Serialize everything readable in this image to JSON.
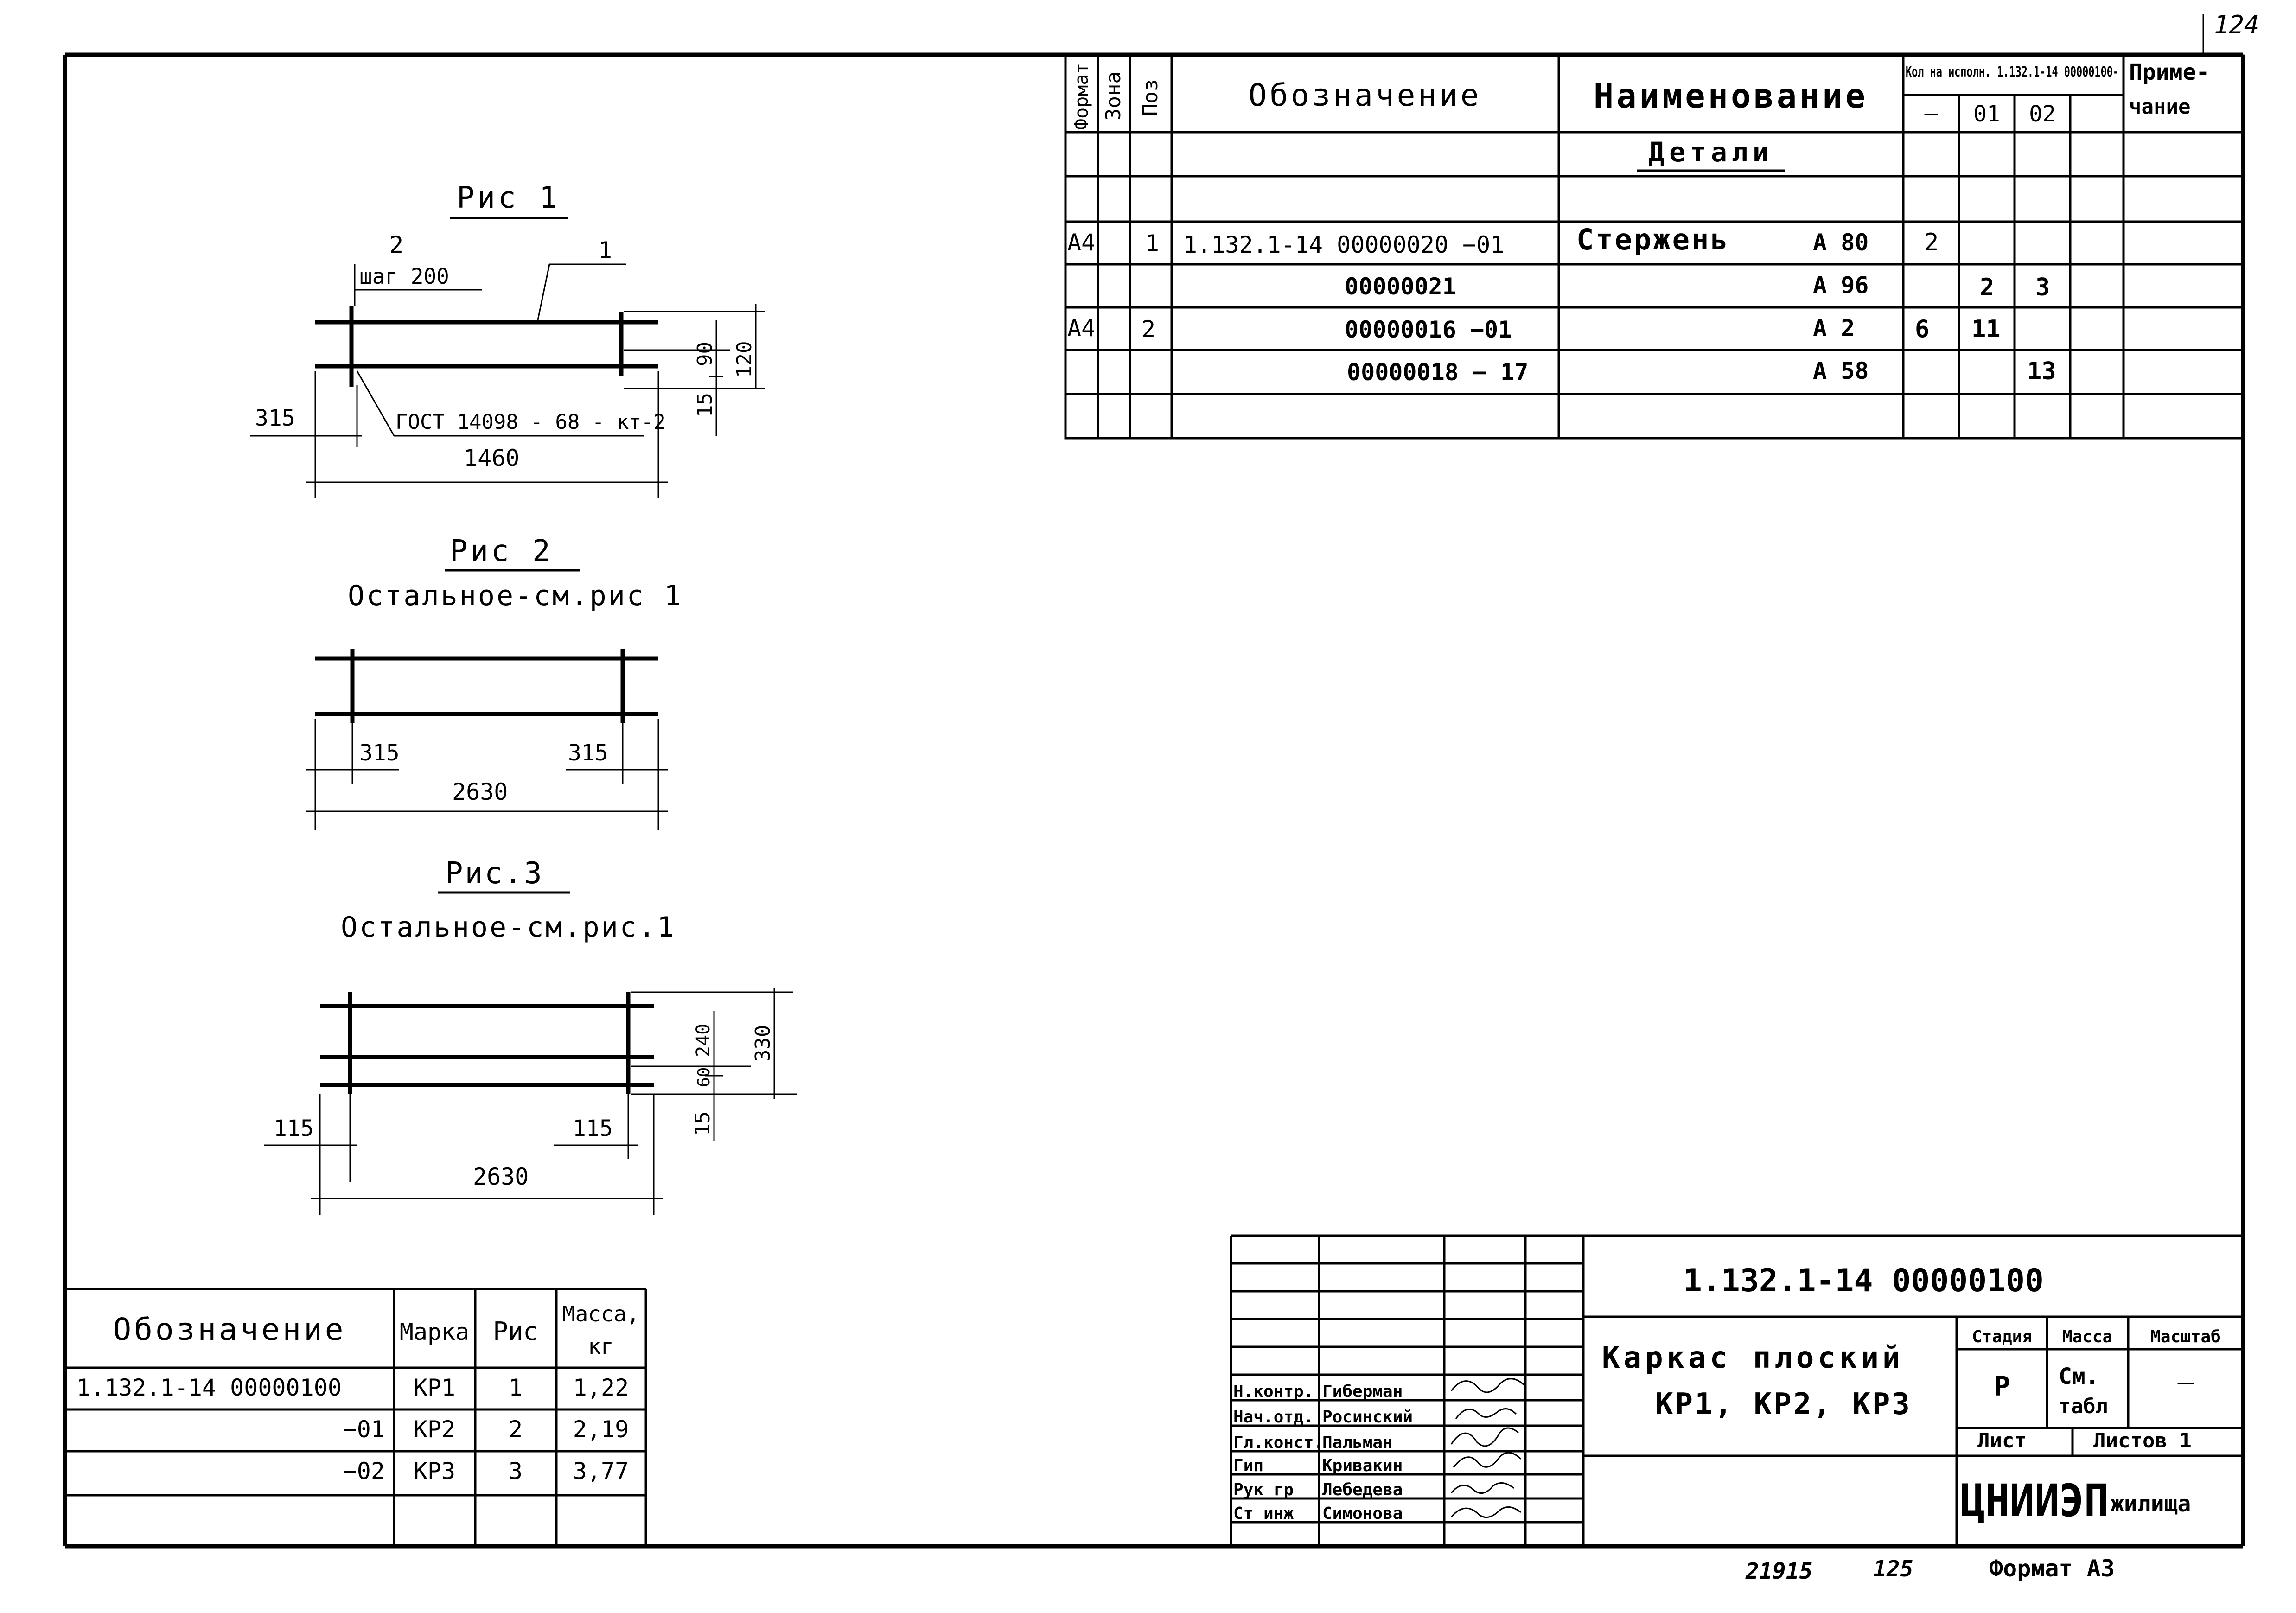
{
  "sheet_number": "124",
  "spec_table": {
    "headers": {
      "format": "Формат",
      "zone": "Зона",
      "pos": "Поз",
      "designation": "Обозначение",
      "name": "Наименование",
      "qty": "Кол на исполн. 1.132.1-14 00000100-",
      "note_line1": "Приме-",
      "note_line2": "чание",
      "var_dash": "—",
      "var_01": "01",
      "var_02": "02"
    },
    "section_title": "Детали",
    "rows": [
      {
        "format": "А4",
        "pos": "1",
        "designation": "1.132.1-14  00000020  −01",
        "name": "Стержень",
        "ref": "А 80",
        "q0": "2",
        "q1": "",
        "q2": ""
      },
      {
        "format": "",
        "pos": "",
        "designation": "00000021",
        "name": "",
        "ref": "А 96",
        "q0": "",
        "q1": "2",
        "q2": "3"
      },
      {
        "format": "А4",
        "pos": "2",
        "designation": "00000016  −01",
        "name": "",
        "ref": "А 2",
        "q0": "6",
        "q1": "11",
        "q2": ""
      },
      {
        "format": "",
        "pos": "",
        "designation": "00000018  − 17",
        "name": "",
        "ref": "А 58",
        "q0": "",
        "q1": "",
        "q2": "13"
      }
    ]
  },
  "fig1": {
    "title": "Рис 1",
    "pos2": "2",
    "pos1": "1",
    "step": "шаг 200",
    "gost": "ГОСТ 14098 - 68 - кт-2",
    "d315": "315",
    "d1460": "1460",
    "d90": "90",
    "d120": "120",
    "d15": "15"
  },
  "fig2": {
    "title": "Рис 2",
    "note": "Остальное-см.рис 1",
    "d315a": "315",
    "d315b": "315",
    "d2630": "2630"
  },
  "fig3": {
    "title": "Рис.3",
    "note": "Остальное-см.рис.1",
    "d115a": "115",
    "d115b": "115",
    "d2630": "2630",
    "d240": "240",
    "d60": "60",
    "d330": "330",
    "d15": "15"
  },
  "mass_table": {
    "headers": {
      "designation": "Обозначение",
      "mark": "Марка",
      "fig": "Рис",
      "mass": "Масса,",
      "mass_unit": "кг"
    },
    "rows": [
      {
        "designation": "1.132.1-14 00000100",
        "mark": "КР1",
        "fig": "1",
        "mass": "1,22"
      },
      {
        "designation": "−01",
        "mark": "КР2",
        "fig": "2",
        "mass": "2,19"
      },
      {
        "designation": "−02",
        "mark": "КР3",
        "fig": "3",
        "mass": "3,77"
      }
    ]
  },
  "title_block": {
    "code": "1.132.1-14 00000100",
    "title_line1": "Каркас плоский",
    "title_line2": "КР1, КР2, КР3",
    "stage_label": "Стадия",
    "mass_label": "Масса",
    "scale_label": "Масштаб",
    "stage": "Р",
    "mass_line1": "См.",
    "mass_line2": "табл",
    "scale": "—",
    "sheet_label": "Лист",
    "sheets_label": "Листов 1",
    "org_logo": "ЦНИИЭП",
    "org_suffix": "жилища",
    "signatures": [
      {
        "role": "Н.контр.",
        "name": "Гиберман"
      },
      {
        "role": "Нач.отд.",
        "name": "Росинский"
      },
      {
        "role": "Гл.конст.",
        "name": "Пальман"
      },
      {
        "role": "Гип",
        "name": "Кривакин"
      },
      {
        "role": "Рук гр",
        "name": "Лебедева"
      },
      {
        "role": "Ст инж",
        "name": "Симонова"
      }
    ]
  },
  "footer": {
    "inv": "21915",
    "num": "125",
    "format": "Формат А3"
  }
}
